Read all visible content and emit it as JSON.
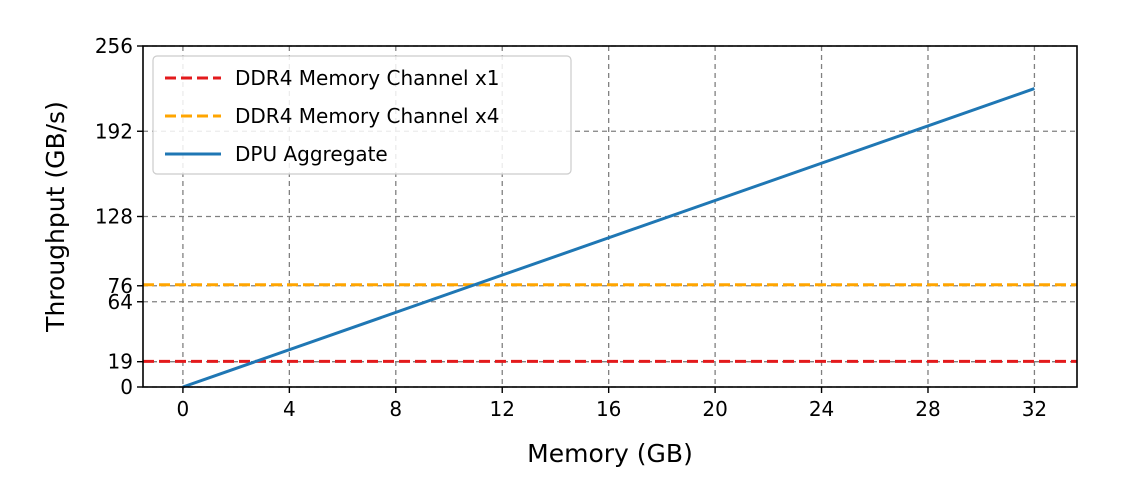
{
  "chart_data": {
    "type": "line",
    "title": "",
    "xlabel": "Memory (GB)",
    "ylabel": "Throughput (GB/s)",
    "xlim": [
      -1.5,
      33.6
    ],
    "ylim": [
      0,
      256
    ],
    "x_ticks": [
      0,
      4,
      8,
      12,
      16,
      20,
      24,
      28,
      32
    ],
    "y_ticks": [
      0,
      19,
      64,
      76,
      128,
      192,
      256
    ],
    "grid": true,
    "grid_style": "dashed",
    "legend_position": "top-left",
    "series": [
      {
        "name": "DDR4 Memory Channel x1",
        "style": "dashed",
        "color": "#e31a1c",
        "x": [
          -1.5,
          33.6
        ],
        "y": [
          19.2,
          19.2
        ]
      },
      {
        "name": "DDR4 Memory Channel x4",
        "style": "dashed",
        "color": "#ffa500",
        "x": [
          -1.5,
          33.6
        ],
        "y": [
          76.8,
          76.8
        ]
      },
      {
        "name": "DPU Aggregate",
        "style": "solid",
        "color": "#1f77b4",
        "x": [
          0,
          32
        ],
        "y": [
          0,
          224
        ]
      }
    ]
  }
}
